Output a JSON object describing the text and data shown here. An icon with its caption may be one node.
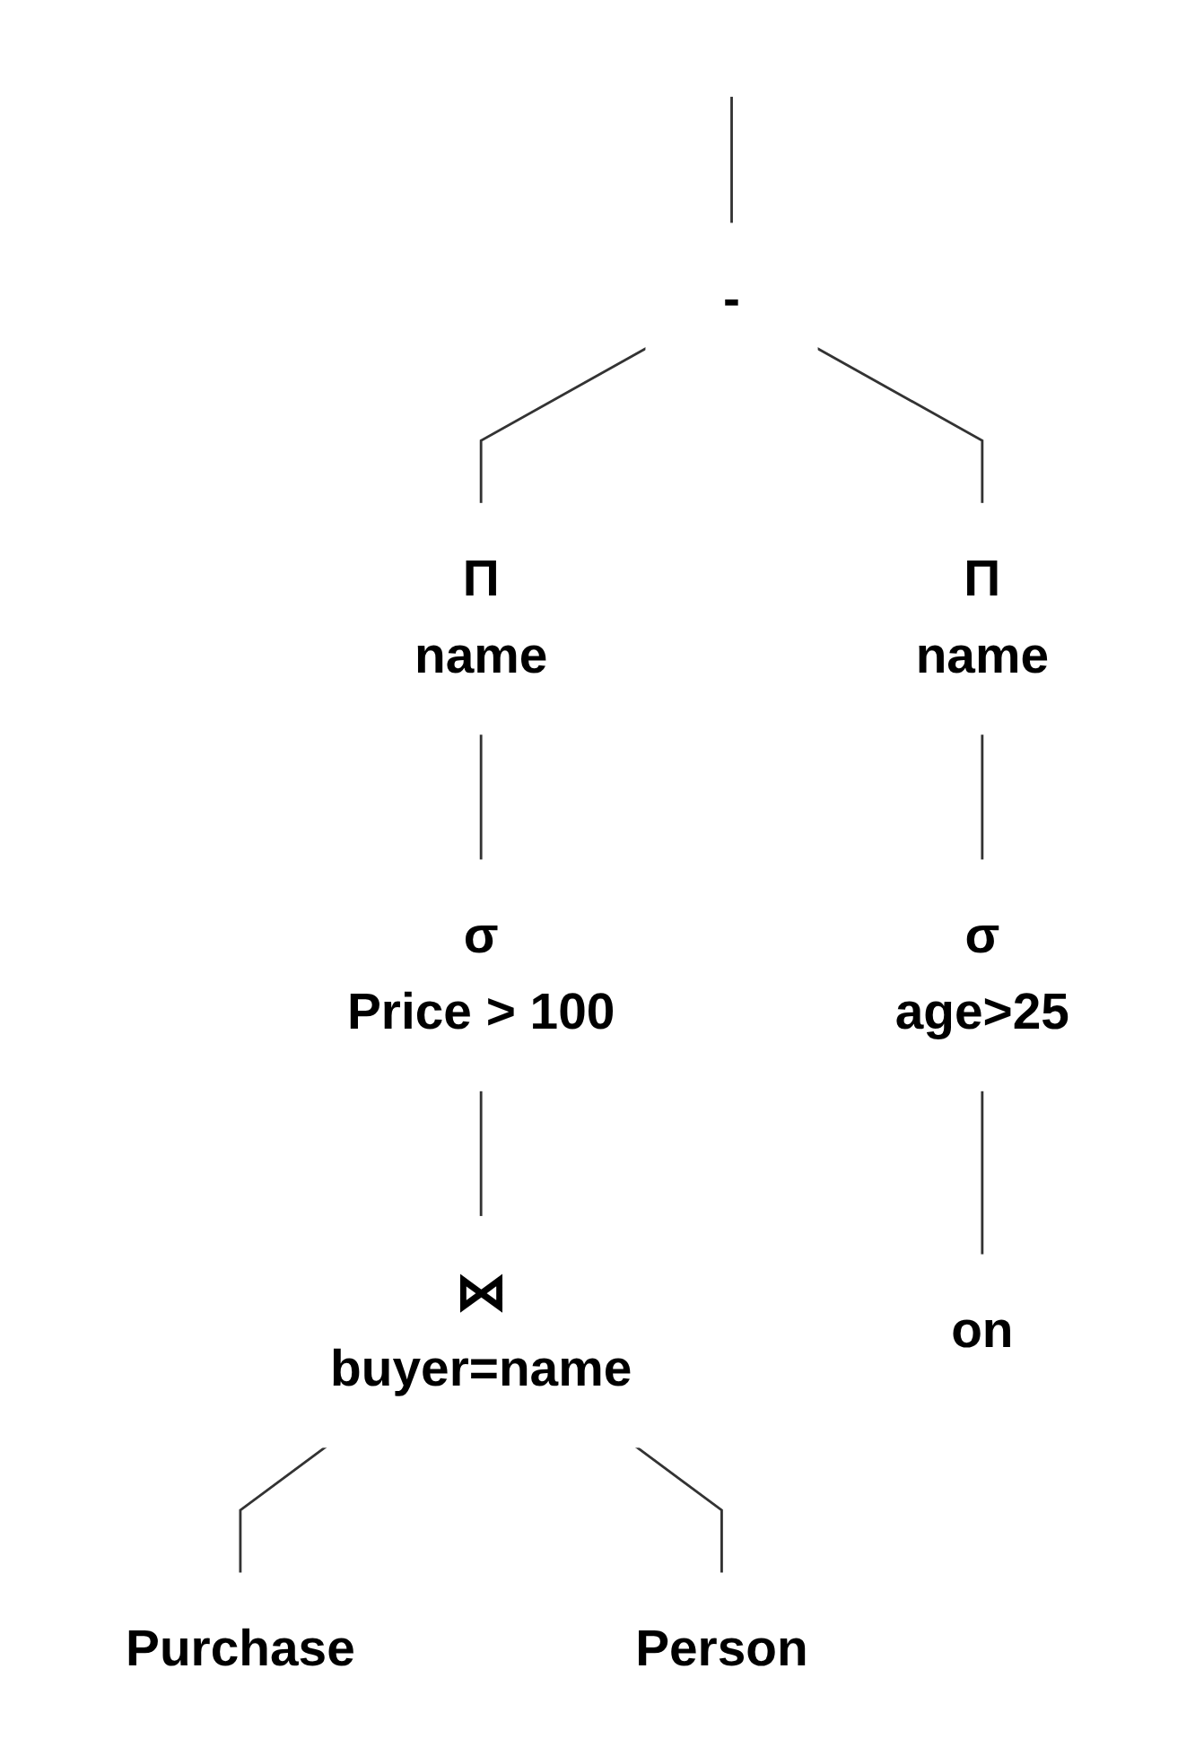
{
  "diagram": {
    "nodes": [
      {
        "text": [
          "-"
        ]
      },
      {
        "text": [
          "Π",
          "name"
        ]
      },
      {
        "text": [
          "Π",
          "name"
        ]
      },
      {
        "text": [
          "σ",
          "age>25"
        ]
      },
      {
        "text": [
          "σ",
          "Price > 100"
        ]
      },
      {
        "text": [
          "⋈",
          "buyer=name"
        ]
      },
      {
        "text": [
          "on"
        ]
      },
      {
        "text": [
          "Purchase"
        ]
      },
      {
        "text": [
          "Person"
        ]
      }
    ],
    "edges": [
      {
        "from": null,
        "to": 0,
        "arrow": "none"
      },
      {
        "from": 0,
        "to": 1,
        "arrow": "none"
      },
      {
        "from": 0,
        "to": 2,
        "arrow": "none"
      },
      {
        "from": 1,
        "to": 3,
        "arrow": "none"
      },
      {
        "from": 2,
        "to": 4,
        "arrow": "none"
      },
      {
        "from": 3,
        "to": 6,
        "arrow": "none"
      },
      {
        "from": 4,
        "to": 5,
        "arrow": "none"
      },
      {
        "from": 5,
        "to": 7,
        "arrow": "none"
      },
      {
        "from": 5,
        "to": 8,
        "arrow": "none"
      }
    ]
  }
}
